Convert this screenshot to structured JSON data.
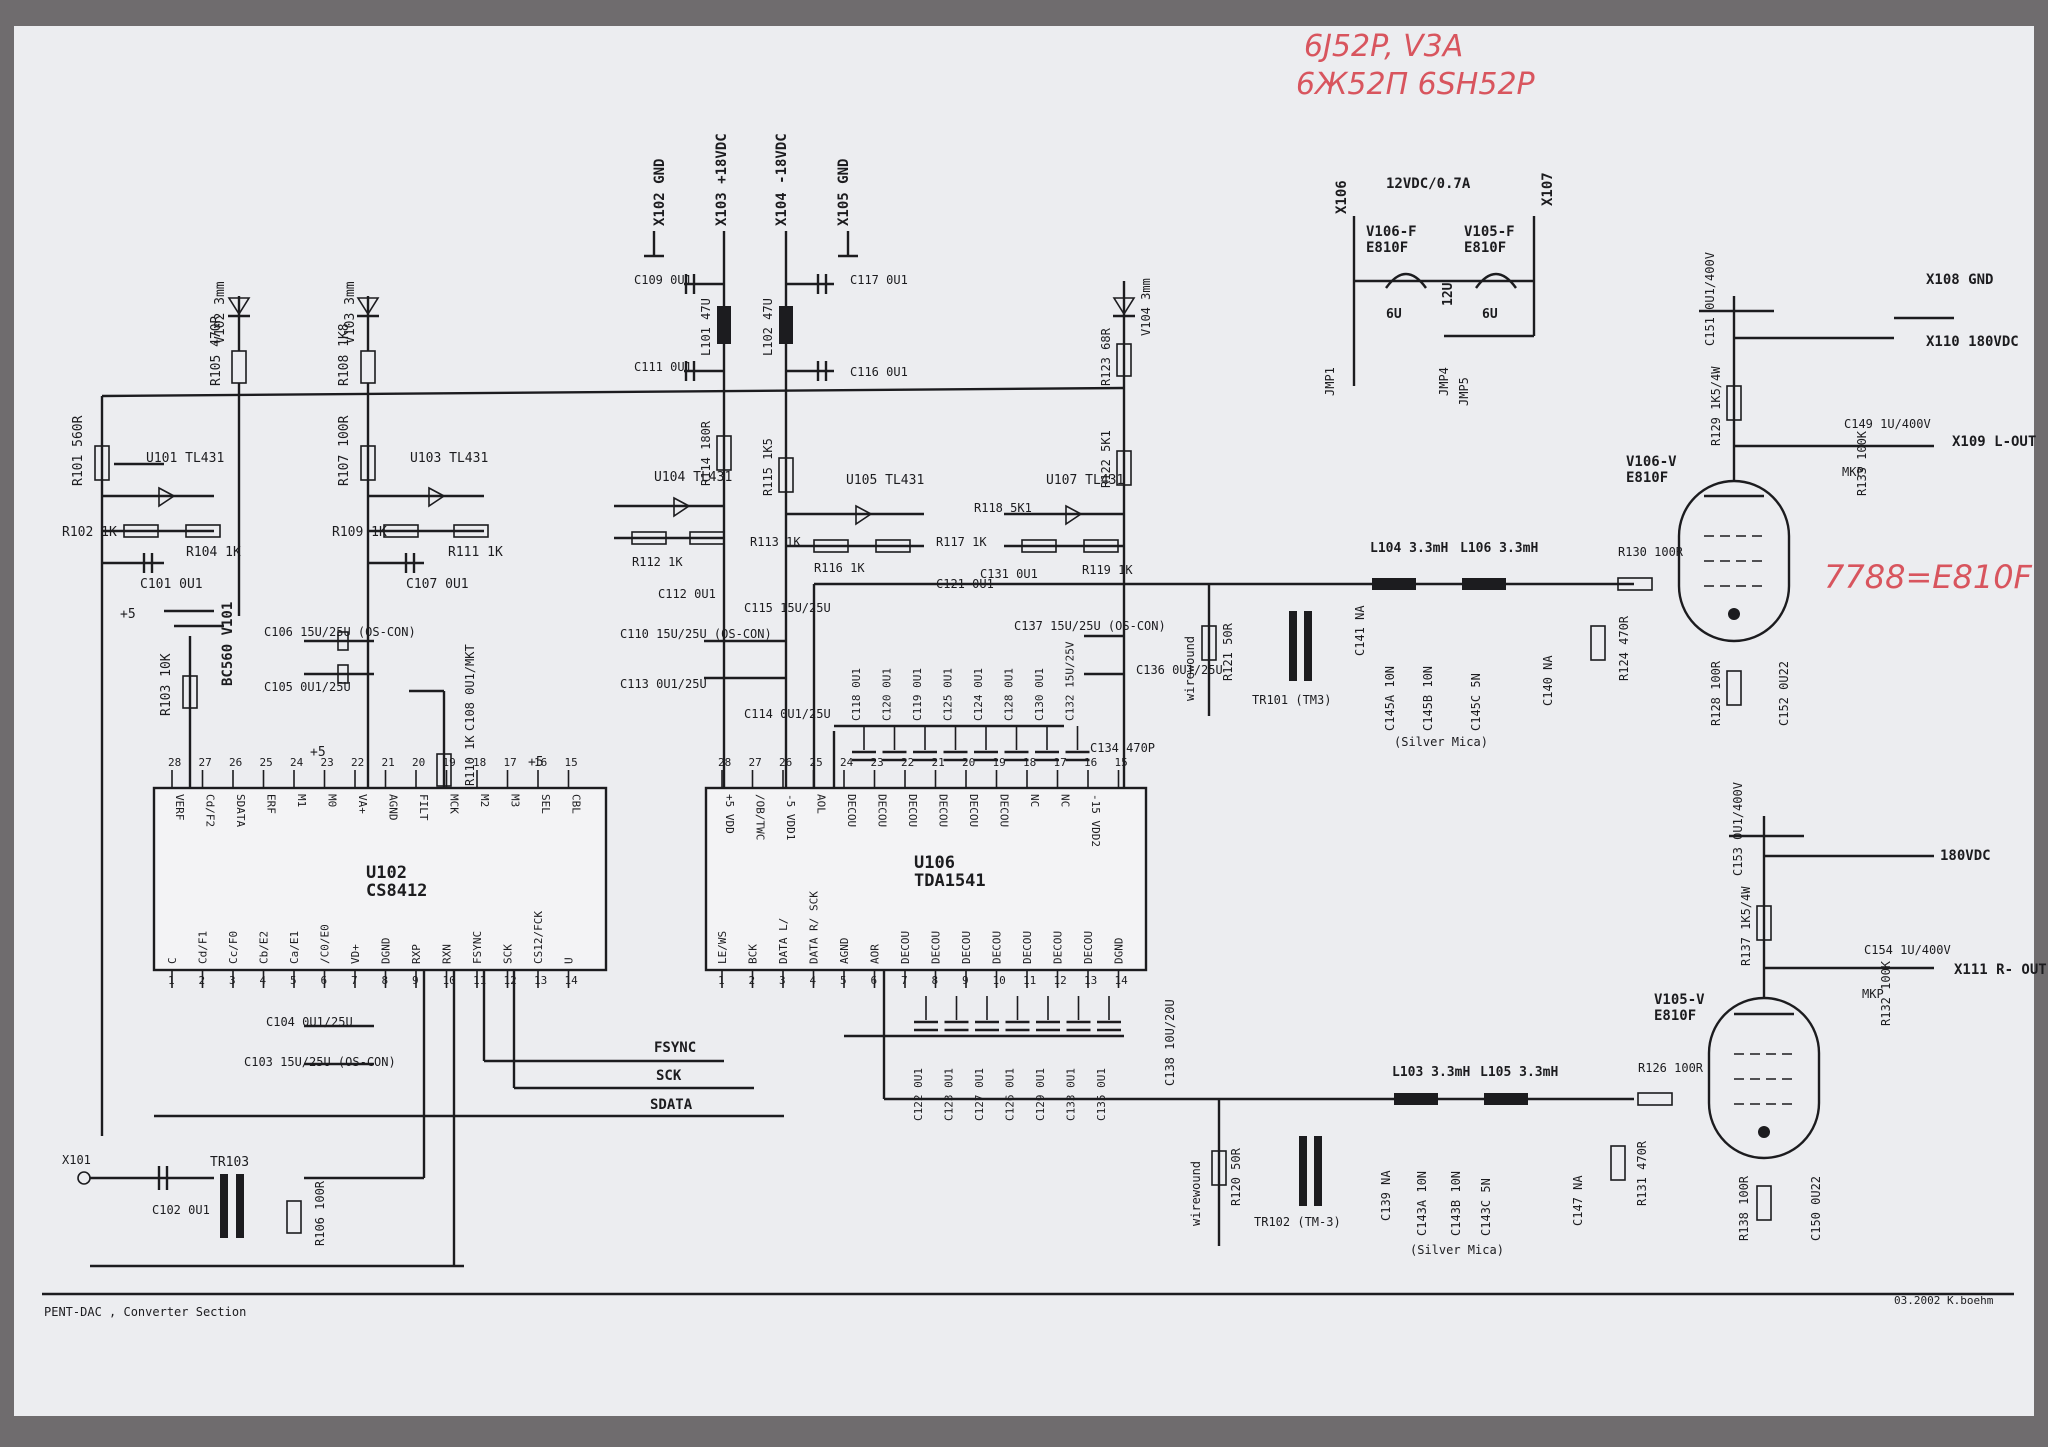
{
  "handwritten": {
    "line1": "6J52P, V3A",
    "line2": "6Ж52П  6SH52P",
    "equivalent": "7788=E810F"
  },
  "ics": {
    "u102": {
      "ref": "U102",
      "part": "CS8412",
      "top_pins": [
        "28",
        "27",
        "26",
        "25",
        "24",
        "23",
        "22",
        "21",
        "20",
        "19",
        "18",
        "17",
        "16",
        "15"
      ],
      "top_names": [
        "VERF",
        "Cd/F2",
        "SDATA",
        "ERF",
        "M1",
        "M0",
        "VA+",
        "AGND",
        "FILT",
        "MCK",
        "M2",
        "M3",
        "SEL",
        "CBL"
      ],
      "bottom_pins": [
        "1",
        "2",
        "3",
        "4",
        "5",
        "6",
        "7",
        "8",
        "9",
        "10",
        "11",
        "12",
        "13",
        "14"
      ],
      "bottom_names": [
        "C",
        "Cd/F1",
        "Cc/F0",
        "Cb/E2",
        "Ca/E1",
        "/C0/E0",
        "VD+",
        "DGND",
        "RXP",
        "RXN",
        "FSYNC",
        "SCK",
        "CS12/FCK",
        "U"
      ]
    },
    "u106": {
      "ref": "U106",
      "part": "TDA1541",
      "top_pins": [
        "28",
        "27",
        "26",
        "25",
        "24",
        "23",
        "22",
        "21",
        "20",
        "19",
        "18",
        "17",
        "16",
        "15"
      ],
      "top_names": [
        "+5 VDD",
        "/OB/TWC",
        "-5 VDD1",
        "AOL",
        "DECOU",
        "DECOU",
        "DECOU",
        "DECOU",
        "DECOU",
        "DECOU",
        "NC",
        "NC",
        "-15 VDD2",
        ""
      ],
      "bottom_pins": [
        "1",
        "2",
        "3",
        "4",
        "5",
        "6",
        "7",
        "8",
        "9",
        "10",
        "11",
        "12",
        "13",
        "14"
      ],
      "bottom_names": [
        "LE/WS",
        "BCK",
        "DATA L/",
        "DATA R/ SCK",
        "AGND",
        "AOR",
        "DECOU",
        "DECOU",
        "DECOU",
        "DECOU",
        "DECOU",
        "DECOU",
        "DECOU",
        "DGND"
      ]
    }
  },
  "connectors": {
    "x102": "X102 GND",
    "x103": "X103 +18VDC",
    "x104": "X104 -18VDC",
    "x105": "X105 GND",
    "x106": "X106",
    "x107": "X107",
    "supply": "12VDC/0.7A",
    "x108": "X108 GND",
    "x110": "X110 180VDC",
    "x109": "X109 L-OUT",
    "x111": "X111 R- OUT",
    "x101": "X101",
    "hv": "180VDC"
  },
  "tubes": {
    "v106v": "V106-V",
    "v106v_type": "E810F",
    "v105v": "V105-V",
    "v105v_type": "E810F",
    "v106f": "V106-F",
    "v106f_type": "E810F",
    "v105f": "V105-F",
    "v105f_type": "E810F",
    "fil_6v_a": "6U",
    "fil_6v_b": "6U",
    "fil_12v": "12U",
    "jmp1": "JMP1",
    "jmp4": "JMP4",
    "jmp5": "JMP5"
  },
  "signals": {
    "fsync": "FSYNC",
    "sck": "SCK",
    "sdata": "SDATA"
  },
  "labels": {
    "v102": "V102 3mm",
    "r105": "R105 470R",
    "v103": "V103 3mm",
    "r108": "R108 1K8",
    "r101": "R101 560R",
    "u101": "U101 TL431",
    "r102": "R102 1K",
    "r104": "R104 1K",
    "c101": "C101 0U1",
    "r107": "R107 100R",
    "u103": "U103 TL431",
    "r109": "R109 1K",
    "r111": "R111 1K",
    "c107": "C107 0U1",
    "bc560": "BC560 V101",
    "r103": "R103 10K",
    "c106": "C106 15U/25U (OS-CON)",
    "c105": "C105 0U1/25U",
    "c108": "C108 0U1/MKT",
    "r110": "R110 1K",
    "c109": "C109 0U1",
    "c111": "C111 0U1",
    "l101": "L101 47U",
    "c117": "C117 0U1",
    "c116": "C116 0U1",
    "l102": "L102 47U",
    "u104": "U104 TL431",
    "r114": "R114 180R",
    "r112": "R112 1K",
    "r113": "R113 1K",
    "c112": "C112 0U1",
    "c115": "C115 15U/25U",
    "c110": "C110 15U/25U (OS-CON)",
    "c113": "C113 0U1/25U",
    "c114": "C114 0U1/25U",
    "r115": "R115 1K5",
    "u105": "U105 TL431",
    "r116": "R116 1K",
    "r117": "R117 1K",
    "c121": "C121 0U1",
    "v104": "V104 3mm",
    "r123": "R123 68R",
    "r122": "R122 5K1",
    "u107": "U107 TL431",
    "r118": "R118 5K1",
    "r119": "R119 1K",
    "c131": "C131 0U1",
    "c137": "C137 15U/25U (OS-CON)",
    "c136": "C136 0U1/25U",
    "decou_top": [
      "C118 0U1",
      "C120 0U1",
      "C119 0U1",
      "C125 0U1",
      "C124 0U1",
      "C128 0U1",
      "C130 0U1",
      "C132 15U/25V"
    ],
    "decou_bot": [
      "C122 0U1",
      "C123 0U1",
      "C127 0U1",
      "C126 0U1",
      "C129 0U1",
      "C133 0U1",
      "C135 0U1"
    ],
    "c134": "C134 470P",
    "c138": "C138 10U/20U",
    "c104": "C104 0U1/25U",
    "c103": "C103 15U/25U (OS-CON)",
    "c102": "C102 0U1",
    "tr103": "TR103",
    "r106": "R106 100R",
    "r121": "R121 50R",
    "wirewound": "wirewound",
    "tr101": "TR101 (TM3)",
    "c141": "C141 NA",
    "l104": "L104 3.3mH",
    "l106": "L106 3.3mH",
    "c145a": "C145A 10N",
    "c145b": "C145B 10N",
    "c145c": "C145C 5N",
    "silver_mica": "(Silver Mica)",
    "c140": "C140 NA",
    "r124": "R124 470R",
    "r130": "R130 100R",
    "r128": "R128 100R",
    "c152": "C152 0U22",
    "c151": "C151 0U1/400V",
    "r129": "R129 1K5/4W",
    "c149": "C149 1U/400V",
    "mkp": "MKP",
    "r133": "R133 100K",
    "r120": "R120 50R",
    "tr102": "TR102 (TM-3)",
    "c139": "C139 NA",
    "l103": "L103 3.3mH",
    "l105": "L105 3.3mH",
    "c143a": "C143A 10N",
    "c143b": "C143B 10N",
    "c143c": "C143C 5N",
    "c147": "C147 NA",
    "r131": "R131 470R",
    "r126": "R126 100R",
    "r138": "R138 100R",
    "c150": "C150 0U22",
    "c153": "C153 0U1/400V",
    "r137": "R137 1K5/4W",
    "c154": "C154 1U/400V",
    "r132": "R132 100K",
    "p5a": "+5",
    "p5b": "+5",
    "p5c": "+5"
  },
  "footer": {
    "left": "PENT-DAC , Converter Section",
    "right": "03.2002  K.boehm"
  }
}
